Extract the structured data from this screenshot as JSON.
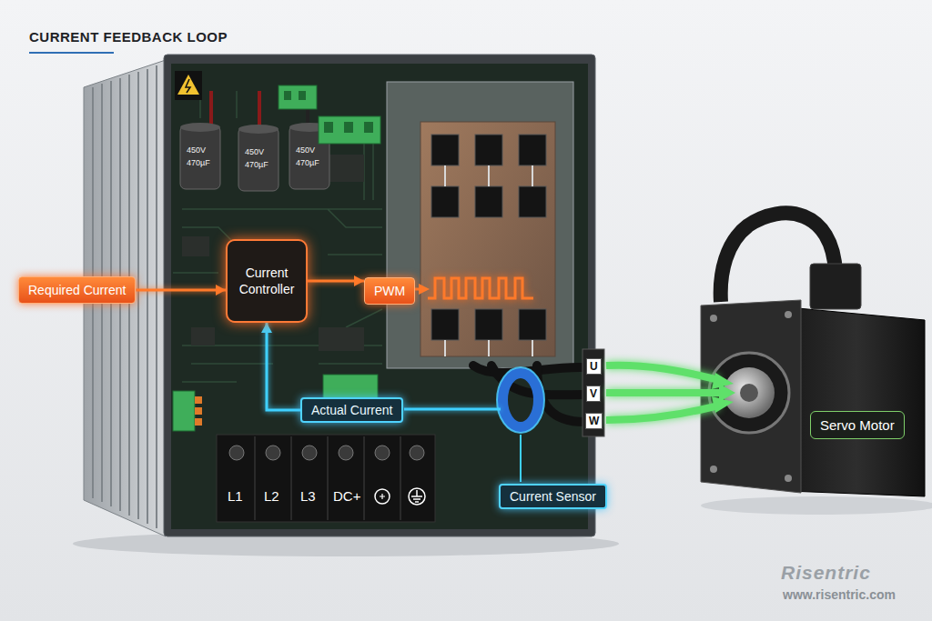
{
  "diagram": {
    "title": "CURRENT FEEDBACK LOOP",
    "nodes": [
      {
        "text": [
          "Required Current"
        ]
      },
      {
        "text": [
          "Current Controller"
        ]
      },
      {
        "text": [
          "PWM"
        ]
      },
      {
        "text": [
          "Actual Current"
        ]
      },
      {
        "text": [
          "Current Sensor"
        ]
      },
      {
        "text": [
          "Servo Motor"
        ]
      }
    ],
    "edges": [
      {
        "from": 0,
        "to": 1,
        "arrow": "to"
      },
      {
        "from": 1,
        "to": 2,
        "arrow": "to"
      },
      {
        "from": 3,
        "to": 1,
        "arrow": "to"
      }
    ],
    "labels": [
      "450V",
      "470µF",
      "450V",
      "470µF",
      "450V",
      "470µF",
      "U",
      "V",
      "W",
      "L1",
      "L2",
      "L3",
      "DC+",
      "Risentric",
      "www.risentric.com"
    ]
  }
}
